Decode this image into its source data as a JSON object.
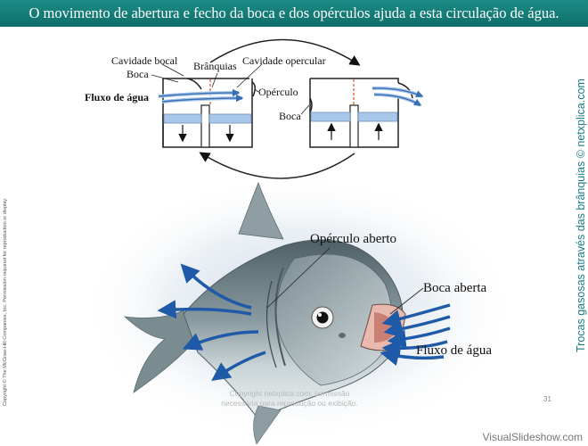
{
  "title": "O movimento de abertura e fecho da boca e dos opérculos ajuda a esta circulação de água.",
  "side_left_text": "Copyright © The McGraw-Hill Companies, Inc. Permission required for reproduction or display.",
  "side_right_text": "Trocas gasosas através das brânquias © netxplica.com",
  "top_diagram": {
    "labels": {
      "cavidade_bocal": "Cavidade bocal",
      "branquias": "Brânquias",
      "cavidade_opercular": "Cavidade opercular",
      "boca_left": "Boca",
      "fluxo": "Fluxo de água",
      "operculo": "Opérculo",
      "boca_right": "Boca"
    },
    "colors": {
      "water_flow": "#3a6fb5",
      "gill_band": "#a9c7e8",
      "divider": "#d9531e"
    }
  },
  "fish": {
    "labels": {
      "operculo_aberto": "Opérculo aberto",
      "boca_aberta": "Boca aberta",
      "fluxo": "Fluxo de água"
    },
    "colors": {
      "arrow": "#1f5aa8",
      "body": "#7d8f93",
      "belly": "#e3e8ea"
    }
  },
  "footer": {
    "copyright_line1": "Copyright netxplica.com: permissão",
    "copyright_line2": "necessária para reprodução ou exibição.",
    "page_number": "31",
    "watermark": "VisualSlideshow.com"
  }
}
